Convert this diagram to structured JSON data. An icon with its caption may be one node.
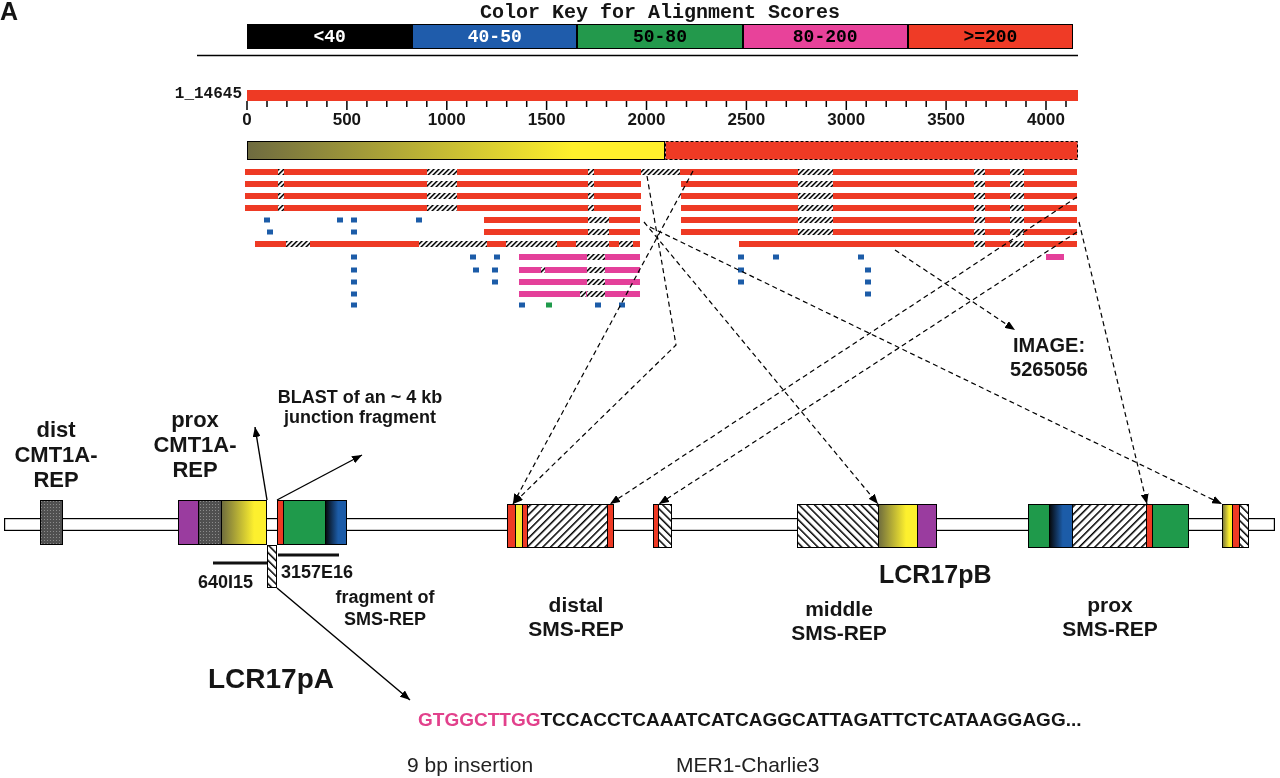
{
  "diagram": {
    "nodes": [
      {
        "text": [],
        "shape": "picture"
      },
      {
        "text": [
          "IMAGE: 5265056"
        ]
      },
      {
        "text": [],
        "shape": "bar"
      },
      {
        "text": [],
        "shape": "box",
        "beside": [
          "dist CMT1A-REP"
        ]
      },
      {
        "text": [],
        "shape": "box",
        "beside": [
          "prox CMT1A-REP"
        ]
      },
      {
        "text": [],
        "shape": "box"
      },
      {
        "text": [],
        "shape": "box",
        "beside": [
          "distal SMS-REP"
        ]
      },
      {
        "text": [],
        "shape": "box"
      },
      {
        "text": [],
        "shape": "box",
        "beside": [
          "middle SMS-REP"
        ]
      },
      {
        "text": [],
        "shape": "box",
        "beside": [
          "prox SMS-REP"
        ]
      },
      {
        "text": [],
        "shape": "box"
      },
      {
        "text": [],
        "shape": "box",
        "beside": [
          "fragment of SMS-REP"
        ]
      },
      {
        "text": [
          "GTGGCTTGG",
          "TCCACCTCAAATCATCAGGCATTAGATTCTCATAAGGAGG..."
        ]
      }
    ],
    "edges": [
      {
        "from": 0,
        "to": 6,
        "arrow": "to",
        "style": "dashed"
      },
      {
        "from": 0,
        "to": 6,
        "arrow": "to",
        "style": "dashed"
      },
      {
        "from": 0,
        "to": 6,
        "arrow": "to",
        "style": "dashed"
      },
      {
        "from": 0,
        "to": 7,
        "arrow": "to",
        "style": "dashed"
      },
      {
        "from": 0,
        "to": 8,
        "arrow": "to",
        "style": "dashed"
      },
      {
        "from": 0,
        "to": 1,
        "arrow": "to",
        "style": "dashed"
      },
      {
        "from": 0,
        "to": 9,
        "arrow": "to",
        "style": "dashed"
      },
      {
        "from": 0,
        "to": 10,
        "arrow": "to",
        "style": "dashed"
      },
      {
        "from": 4,
        "to": null,
        "arrow": "to"
      },
      {
        "from": 5,
        "to": null,
        "arrow": "to"
      },
      {
        "from": 11,
        "to": 12,
        "arrow": "to"
      }
    ],
    "labels": [
      "A",
      "Color Key for Alignment Scores",
      "1_14645",
      "0",
      "500",
      "1000",
      "1500",
      "2000",
      "2500",
      "3000",
      "3500",
      "4000",
      "BLAST of an ~ 4 kb junction fragment",
      "640I15",
      "3157E16",
      "LCR17pB",
      "LCR17pA",
      "9 bp insertion",
      "MER1-Charlie3"
    ],
    "legend": [
      {
        "text": "<40",
        "color": "#000000"
      },
      {
        "text": "40-50",
        "color": "#1f5cab"
      },
      {
        "text": "50-80",
        "color": "#23994c"
      },
      {
        "text": "80-200",
        "color": "#e8429a"
      },
      {
        "text": ">=200",
        "color": "#ef3b26"
      }
    ]
  }
}
